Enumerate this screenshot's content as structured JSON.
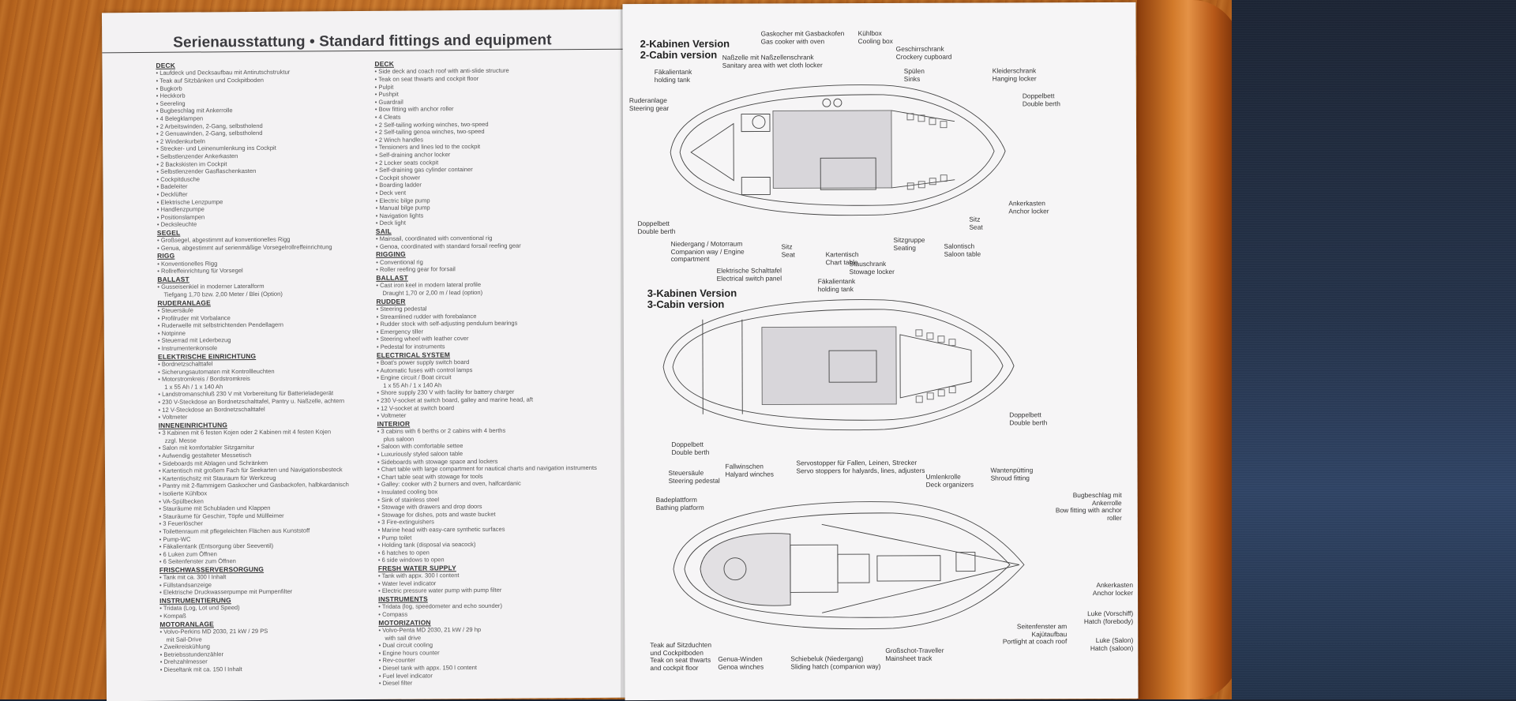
{
  "title": "Serienausstattung • Standard fittings and equipment",
  "german_column": [
    {
      "t": "sec",
      "v": "DECK"
    },
    {
      "t": "item",
      "v": "• Laufdeck und Decksaufbau mit Antirutschstruktur"
    },
    {
      "t": "item",
      "v": "• Teak auf Sitzbänken und Cockpitboden"
    },
    {
      "t": "item",
      "v": "• Bugkorb"
    },
    {
      "t": "item",
      "v": "• Heckkorb"
    },
    {
      "t": "item",
      "v": "• Seereling"
    },
    {
      "t": "item",
      "v": "• Bugbeschlag mit Ankerrolle"
    },
    {
      "t": "item",
      "v": "• 4 Belegklampen"
    },
    {
      "t": "item",
      "v": "• 2 Arbeitswinden, 2-Gang, selbstholend"
    },
    {
      "t": "item",
      "v": "• 2 Genuawinden, 2-Gang, selbstholend"
    },
    {
      "t": "item",
      "v": "• 2 Windenkurbeln"
    },
    {
      "t": "item",
      "v": "• Strecker- und Leinenumlenkung ins Cockpit"
    },
    {
      "t": "item",
      "v": "• Selbstlenzender Ankerkasten"
    },
    {
      "t": "item",
      "v": "• 2 Backskisten im Cockpit"
    },
    {
      "t": "item",
      "v": "• Selbstlenzender Gasflaschenkasten"
    },
    {
      "t": "item",
      "v": "• Cockpitdusche"
    },
    {
      "t": "item",
      "v": "• Badeleiter"
    },
    {
      "t": "item",
      "v": "• Decklüfter"
    },
    {
      "t": "item",
      "v": "• Elektrische Lenzpumpe"
    },
    {
      "t": "item",
      "v": "• Handlenzpumpe"
    },
    {
      "t": "item",
      "v": "• Positionslampen"
    },
    {
      "t": "item",
      "v": "• Decksleuchte"
    },
    {
      "t": "sec",
      "v": "SEGEL"
    },
    {
      "t": "item",
      "v": "• Großsegel, abgestimmt auf konventionelles Rigg"
    },
    {
      "t": "item",
      "v": "• Genua, abgestimmt auf serienmäßige Vorsegelrollreffeinrichtung"
    },
    {
      "t": "sec",
      "v": "RIGG"
    },
    {
      "t": "item",
      "v": "• Konventionelles Rigg"
    },
    {
      "t": "item",
      "v": "• Rollreffeinrichtung für Vorsegel"
    },
    {
      "t": "sec",
      "v": "BALLAST"
    },
    {
      "t": "item",
      "v": "• Gusseisenkiel in moderner Lateralform"
    },
    {
      "t": "cont",
      "v": "Tiefgang 1,70 bzw. 2,00 Meter / Blei (Option)"
    },
    {
      "t": "sec",
      "v": "RUDERANLAGE"
    },
    {
      "t": "item",
      "v": "• Steuersäule"
    },
    {
      "t": "item",
      "v": "• Profilruder mit Vorbalance"
    },
    {
      "t": "item",
      "v": "• Ruderwelle mit selbstrichtenden Pendellagern"
    },
    {
      "t": "item",
      "v": "• Notpinne"
    },
    {
      "t": "item",
      "v": "• Steuerrad mit Lederbezug"
    },
    {
      "t": "item",
      "v": "• Instrumentenkonsole"
    },
    {
      "t": "sec",
      "v": "ELEKTRISCHE EINRICHTUNG"
    },
    {
      "t": "item",
      "v": "• Bordnetzschalttafel"
    },
    {
      "t": "item",
      "v": "• Sicherungsautomaten mit Kontrollleuchten"
    },
    {
      "t": "item",
      "v": "• Motorstromkreis / Bordstromkreis"
    },
    {
      "t": "cont",
      "v": "1 x 55 Ah / 1 x 140 Ah"
    },
    {
      "t": "item",
      "v": "• Landstromanschluß 230 V mit Vorbereitung für Batterieladegerät"
    },
    {
      "t": "item",
      "v": "• 230 V-Steckdose an Bordnetzschalttafel, Pantry u. Naßzelle, achtern"
    },
    {
      "t": "item",
      "v": "• 12 V-Steckdose an Bordnetzschalttafel"
    },
    {
      "t": "item",
      "v": "• Voltmeter"
    },
    {
      "t": "sec",
      "v": "INNENEINRICHTUNG"
    },
    {
      "t": "item",
      "v": "• 3 Kabinen mit 6 festen Kojen oder 2 Kabinen mit 4 festen Kojen"
    },
    {
      "t": "cont",
      "v": "zzgl. Messe"
    },
    {
      "t": "item",
      "v": "• Salon mit komfortabler Sitzgarnitur"
    },
    {
      "t": "item",
      "v": "• Aufwendig gestalteter Messetisch"
    },
    {
      "t": "item",
      "v": "• Sideboards mit Ablagen und Schränken"
    },
    {
      "t": "item",
      "v": "• Kartentisch mit großem Fach für Seekarten und Navigationsbesteck"
    },
    {
      "t": "item",
      "v": "• Kartentischsitz mit Stauraum für Werkzeug"
    },
    {
      "t": "item",
      "v": "• Pantry mit 2-flammigem Gaskocher und Gasbackofen, halbkardanisch"
    },
    {
      "t": "item",
      "v": "• Isolierte Kühlbox"
    },
    {
      "t": "item",
      "v": "• VA-Spülbecken"
    },
    {
      "t": "item",
      "v": "• Stauräume mit Schubladen und Klappen"
    },
    {
      "t": "item",
      "v": "• Stauräume für Geschirr, Töpfe und Müllleimer"
    },
    {
      "t": "item",
      "v": "• 3 Feuerlöscher"
    },
    {
      "t": "item",
      "v": "• Toilettenraum mit pflegeleichten Flächen aus Kunststoff"
    },
    {
      "t": "item",
      "v": "• Pump-WC"
    },
    {
      "t": "item",
      "v": "• Fäkalientank (Entsorgung über Seeventil)"
    },
    {
      "t": "item",
      "v": "• 6 Luken zum Öffnen"
    },
    {
      "t": "item",
      "v": "• 6 Seitenfenster zum Öffnen"
    },
    {
      "t": "sec",
      "v": "FRISCHWASSERVERSORGUNG"
    },
    {
      "t": "item",
      "v": "• Tank mit ca. 300 l Inhalt"
    },
    {
      "t": "item",
      "v": "• Füllstandsanzeige"
    },
    {
      "t": "item",
      "v": "• Elektrische Druckwasserpumpe mit Pumpenfilter"
    },
    {
      "t": "sec",
      "v": "INSTRUMENTIERUNG"
    },
    {
      "t": "item",
      "v": "• Tridata (Log, Lot und Speed)"
    },
    {
      "t": "item",
      "v": "• Kompaß"
    },
    {
      "t": "sec",
      "v": "MOTORANLAGE"
    },
    {
      "t": "item",
      "v": "• Volvo-Perkins MD 2030, 21 kW / 29 PS"
    },
    {
      "t": "cont",
      "v": "mit Sail-Drive"
    },
    {
      "t": "item",
      "v": "• Zweikreiskühlung"
    },
    {
      "t": "item",
      "v": "• Betriebsstundenzähler"
    },
    {
      "t": "item",
      "v": "• Drehzahlmesser"
    },
    {
      "t": "item",
      "v": "• Dieseltank mit ca. 150 l Inhalt"
    }
  ],
  "english_column": [
    {
      "t": "sec",
      "v": "DECK"
    },
    {
      "t": "item",
      "v": "• Side deck and coach roof with anti-slide structure"
    },
    {
      "t": "item",
      "v": "• Teak on seat thwarts and cockpit floor"
    },
    {
      "t": "item",
      "v": "• Pulpit"
    },
    {
      "t": "item",
      "v": "• Pushpit"
    },
    {
      "t": "item",
      "v": "• Guardrail"
    },
    {
      "t": "item",
      "v": "• Bow fitting with anchor roller"
    },
    {
      "t": "item",
      "v": "• 4 Cleats"
    },
    {
      "t": "item",
      "v": "• 2 Self-tailing working winches, two-speed"
    },
    {
      "t": "item",
      "v": "• 2 Self-tailing genoa winches, two-speed"
    },
    {
      "t": "item",
      "v": "• 2 Winch handles"
    },
    {
      "t": "item",
      "v": "• Tensioners and lines led to the cockpit"
    },
    {
      "t": "item",
      "v": "• Self-draining anchor locker"
    },
    {
      "t": "item",
      "v": "• 2 Locker seats cockpit"
    },
    {
      "t": "item",
      "v": "• Self-draining gas cylinder container"
    },
    {
      "t": "item",
      "v": "• Cockpit shower"
    },
    {
      "t": "item",
      "v": "• Boarding ladder"
    },
    {
      "t": "item",
      "v": "• Deck vent"
    },
    {
      "t": "item",
      "v": "• Electric bilge pump"
    },
    {
      "t": "item",
      "v": "• Manual bilge pump"
    },
    {
      "t": "item",
      "v": "• Navigation lights"
    },
    {
      "t": "item",
      "v": "• Deck light"
    },
    {
      "t": "sec",
      "v": "SAIL"
    },
    {
      "t": "item",
      "v": "• Mainsail, coordinated with conventional rig"
    },
    {
      "t": "item",
      "v": "• Genoa, coordinated with standard forsail reefing gear"
    },
    {
      "t": "sec",
      "v": "RIGGING"
    },
    {
      "t": "item",
      "v": "• Conventional rig"
    },
    {
      "t": "item",
      "v": "• Roller reefing gear for forsail"
    },
    {
      "t": "sec",
      "v": "BALLAST"
    },
    {
      "t": "item",
      "v": "• Cast iron keel in modern lateral profile"
    },
    {
      "t": "cont",
      "v": "Draught 1,70 or 2,00 m / lead (option)"
    },
    {
      "t": "sec",
      "v": "RUDDER"
    },
    {
      "t": "item",
      "v": "• Steering pedestal"
    },
    {
      "t": "item",
      "v": "• Streamlined rudder with forebalance"
    },
    {
      "t": "item",
      "v": "• Rudder stock with self-adjusting pendulum bearings"
    },
    {
      "t": "item",
      "v": "• Emergency tiller"
    },
    {
      "t": "item",
      "v": "• Steering wheel with leather cover"
    },
    {
      "t": "item",
      "v": "• Pedestal for instruments"
    },
    {
      "t": "sec",
      "v": "ELECTRICAL SYSTEM"
    },
    {
      "t": "item",
      "v": "• Boat's power supply switch board"
    },
    {
      "t": "item",
      "v": "• Automatic fuses with control lamps"
    },
    {
      "t": "item",
      "v": "• Engine circuit / Boat circuit"
    },
    {
      "t": "cont",
      "v": "1 x 55 Ah / 1 x 140 Ah"
    },
    {
      "t": "item",
      "v": "• Shore supply 230 V with facility for battery charger"
    },
    {
      "t": "item",
      "v": "• 230 V-socket at switch board, galley and marine head, aft"
    },
    {
      "t": "item",
      "v": "• 12 V-socket at switch board"
    },
    {
      "t": "item",
      "v": "• Voltmeter"
    },
    {
      "t": "sec",
      "v": "INTERIOR"
    },
    {
      "t": "item",
      "v": "• 3 cabins with 6 berths or 2 cabins with 4 berths"
    },
    {
      "t": "cont",
      "v": "plus saloon"
    },
    {
      "t": "item",
      "v": "• Saloon with comfortable settee"
    },
    {
      "t": "item",
      "v": "• Luxuriously styled saloon table"
    },
    {
      "t": "item",
      "v": "• Sideboards with stowage space and lockers"
    },
    {
      "t": "item",
      "v": "• Chart table with large compartment for nautical charts and navigation instruments"
    },
    {
      "t": "item",
      "v": "• Chart table seat with stowage for tools"
    },
    {
      "t": "item",
      "v": "• Galley: cooker with 2 burners and oven, halfcardanic"
    },
    {
      "t": "item",
      "v": "• Insulated cooling box"
    },
    {
      "t": "item",
      "v": "• Sink of stainless steel"
    },
    {
      "t": "item",
      "v": "• Stowage with drawers and drop doors"
    },
    {
      "t": "item",
      "v": "• Stowage for dishes, pots and waste bucket"
    },
    {
      "t": "item",
      "v": "• 3 Fire-extinguishers"
    },
    {
      "t": "item",
      "v": "• Marine head with easy-care synthetic surfaces"
    },
    {
      "t": "item",
      "v": "• Pump toilet"
    },
    {
      "t": "item",
      "v": "• Holding tank (disposal via seacock)"
    },
    {
      "t": "item",
      "v": "• 6 hatches to open"
    },
    {
      "t": "item",
      "v": "• 6 side windows to open"
    },
    {
      "t": "sec",
      "v": "FRESH WATER SUPPLY"
    },
    {
      "t": "item",
      "v": "• Tank with appx. 300 l content"
    },
    {
      "t": "item",
      "v": "• Water level indicator"
    },
    {
      "t": "item",
      "v": "• Electric pressure water pump with pump filter"
    },
    {
      "t": "sec",
      "v": "INSTRUMENTS"
    },
    {
      "t": "item",
      "v": "• Tridata (log, speedometer and echo sounder)"
    },
    {
      "t": "item",
      "v": "• Compass"
    },
    {
      "t": "sec",
      "v": "MOTORIZATION"
    },
    {
      "t": "item",
      "v": "• Volvo-Penta MD 2030, 21 kW / 29 hp"
    },
    {
      "t": "cont",
      "v": "with sail drive"
    },
    {
      "t": "item",
      "v": "• Dual circuit cooling"
    },
    {
      "t": "item",
      "v": "• Engine hours counter"
    },
    {
      "t": "item",
      "v": "• Rev-counter"
    },
    {
      "t": "item",
      "v": "• Diesel tank with appx. 150 l content"
    },
    {
      "t": "item",
      "v": "• Fuel level indicator"
    },
    {
      "t": "item",
      "v": "• Diesel filter"
    }
  ],
  "plan_2cabin": {
    "title_de": "2-Kabinen Version",
    "title_en": "2-Cabin version",
    "labels": [
      {
        "id": "gaskocher",
        "text": "Gaskocher mit Gasbackofen\nGas cooker with oven"
      },
      {
        "id": "kuehlbox",
        "text": "Kühlbox\nCooling box"
      },
      {
        "id": "nasszelle",
        "text": "Naßzelle mit Naßzellenschrank\nSanitary area with wet cloth locker"
      },
      {
        "id": "geschirr",
        "text": "Geschirrschrank\nCrockery cupboard"
      },
      {
        "id": "faekalientank",
        "text": "Fäkalientank\nholding tank"
      },
      {
        "id": "spuelen",
        "text": "Spülen\nSinks"
      },
      {
        "id": "kleiderschrank",
        "text": "Kleiderschrank\nHanging locker"
      },
      {
        "id": "ruderanlage",
        "text": "Ruderanlage\nSteering gear"
      },
      {
        "id": "doppelbett_fwd",
        "text": "Doppelbett\nDouble berth"
      },
      {
        "id": "ankerkasten",
        "text": "Ankerkasten\nAnchor locker"
      },
      {
        "id": "doppelbett_aft",
        "text": "Doppelbett\nDouble berth"
      },
      {
        "id": "sitz1",
        "text": "Sitz\nSeat"
      },
      {
        "id": "sitz2",
        "text": "Sitz\nSeat"
      },
      {
        "id": "niedergang",
        "text": "Niedergang / Motorraum\nCompanion way / Engine\ncompartment"
      },
      {
        "id": "kartentisch",
        "text": "Kartentisch\nChart table"
      },
      {
        "id": "sitzgruppe",
        "text": "Sitzgruppe\nSeating"
      },
      {
        "id": "salontisch",
        "text": "Salontisch\nSaloon table"
      },
      {
        "id": "stauschrank",
        "text": "Stauschrank\nStowage locker"
      },
      {
        "id": "schalttafel",
        "text": "Elektrische Schalttafel\nElectrical switch panel"
      }
    ]
  },
  "plan_3cabin": {
    "title_de": "3-Kabinen Version",
    "title_en": "3-Cabin version",
    "labels": [
      {
        "id": "faekalientank",
        "text": "Fäkalientank\nholding tank"
      },
      {
        "id": "doppelbett_fwd",
        "text": "Doppelbett\nDouble berth"
      },
      {
        "id": "doppelbett_aft",
        "text": "Doppelbett\nDouble berth"
      }
    ]
  },
  "plan_deck": {
    "labels": [
      {
        "id": "steuersaeule",
        "text": "Steuersäule\nSteering pedestal"
      },
      {
        "id": "fallwinschen",
        "text": "Fallwinschen\nHalyard winches"
      },
      {
        "id": "servostopper",
        "text": "Servostopper für Fallen, Leinen, Strecker\nServo stoppers for halyards, lines, adjusters"
      },
      {
        "id": "umlenkrolle",
        "text": "Umlenkrolle\nDeck organizers"
      },
      {
        "id": "wantenpuetting",
        "text": "Wantenpütting\nShroud fitting"
      },
      {
        "id": "badeplattform",
        "text": "Badeplattform\nBathing platform"
      },
      {
        "id": "bugbeschlag",
        "text": "Bugbeschlag mit\nAnkerrolle\nBow fitting with anchor\nroller"
      },
      {
        "id": "ankerkasten",
        "text": "Ankerkasten\nAnchor locker"
      },
      {
        "id": "luke_vorschiff",
        "text": "Luke (Vorschiff)\nHatch (forebody)"
      },
      {
        "id": "seitenfenster",
        "text": "Seitenfenster am\nKajütaufbau\nPortlight at coach roof"
      },
      {
        "id": "luke_salon",
        "text": "Luke (Salon)\nHatch (saloon)"
      },
      {
        "id": "teak",
        "text": "Teak auf Sitzduchten\nund Cockpitboden\nTeak on seat thwarts\nand cockpit floor"
      },
      {
        "id": "genua",
        "text": "Genua-Winden\nGenoa winches"
      },
      {
        "id": "schiebeluk",
        "text": "Schiebeluk (Niedergang)\nSliding hatch (companion way)"
      },
      {
        "id": "grossschot",
        "text": "Großschot-Traveller\nMainsheet track"
      }
    ]
  },
  "colors": {
    "paper": "#f3f2f3",
    "ink": "#333333",
    "wood": "#c0702a",
    "cloth": "#24324a"
  }
}
